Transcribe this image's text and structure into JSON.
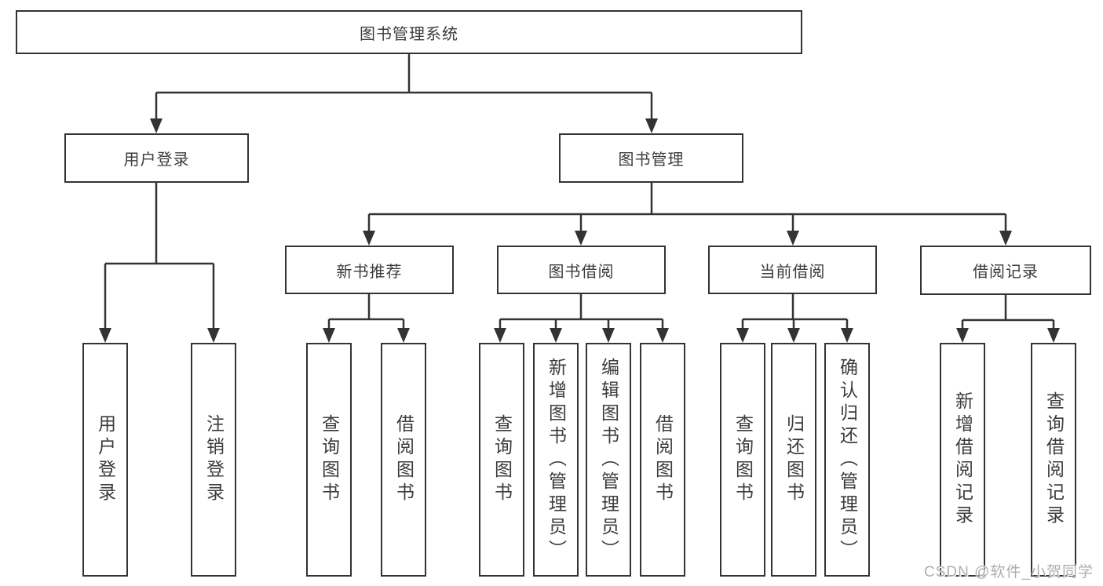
{
  "tree": {
    "root": "图书管理系统",
    "children": [
      {
        "label": "用户登录",
        "children": [
          "用户登录",
          "注销登录"
        ]
      },
      {
        "label": "图书管理",
        "children": [
          {
            "label": "新书推荐",
            "children": [
              "查询图书",
              "借阅图书"
            ]
          },
          {
            "label": "图书借阅",
            "children": [
              "查询图书",
              "新增图书（管理员）",
              "编辑图书（管理员）",
              "借阅图书"
            ]
          },
          {
            "label": "当前借阅",
            "children": [
              "查询图书",
              "归还图书",
              "确认归还（管理员）"
            ]
          },
          {
            "label": "借阅记录",
            "children": [
              "新增借阅记录",
              "查询借阅记录"
            ]
          }
        ]
      }
    ]
  },
  "colors": {
    "line": "#333333",
    "text": "#3c3c3c",
    "box_background": "#ffffff",
    "watermark_text": "#aeaeae"
  },
  "watermark": "CSDN @软件_小贺同学"
}
